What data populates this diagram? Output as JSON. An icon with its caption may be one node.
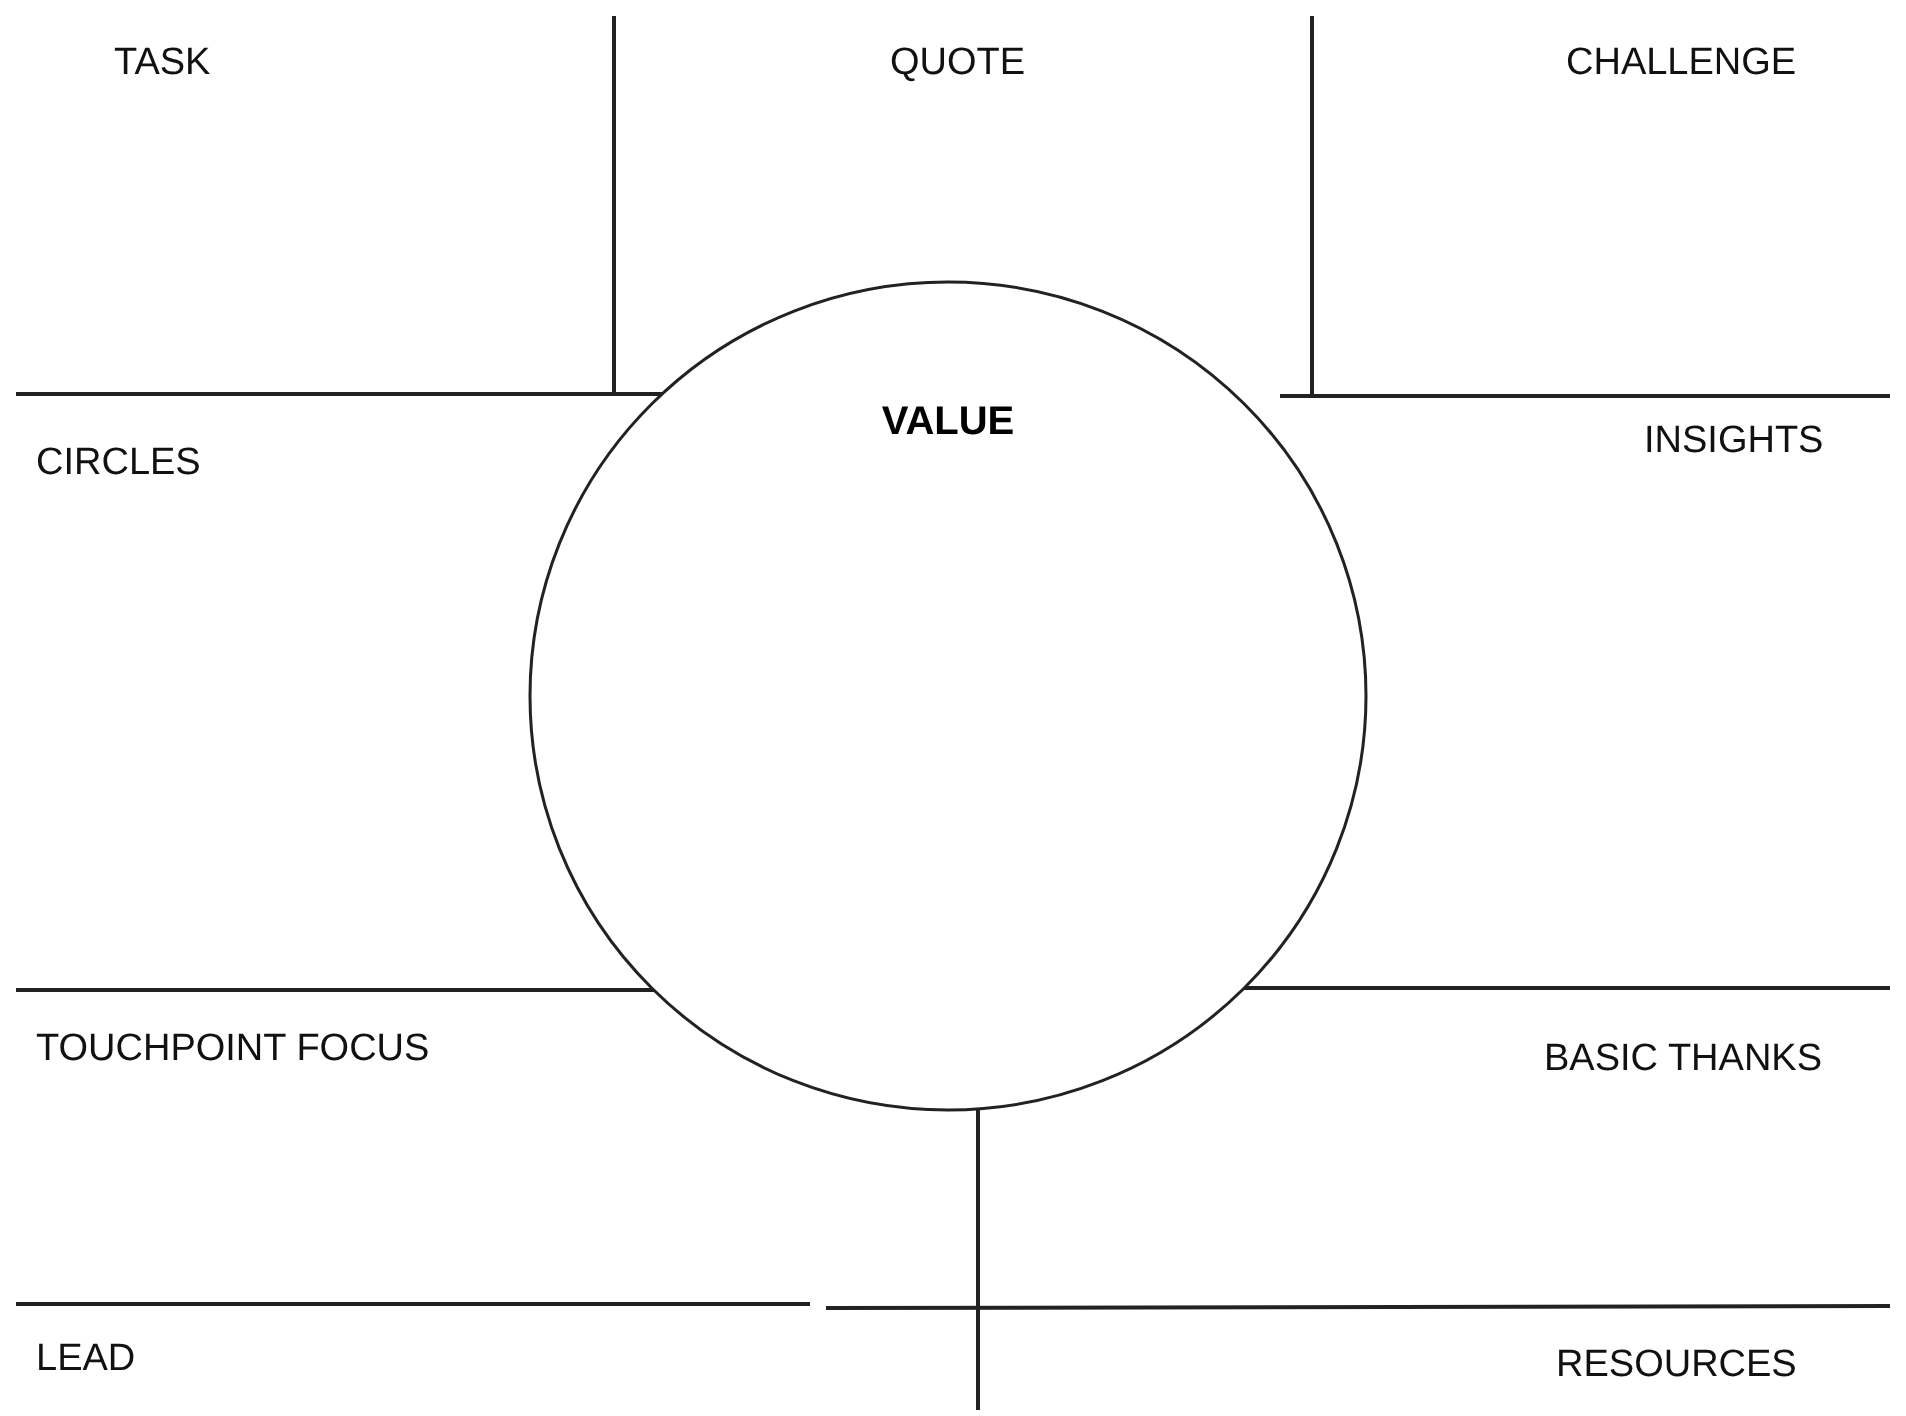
{
  "diagram": {
    "nodes": [
      {
        "text": [
          "VALUE"
        ]
      }
    ],
    "labels": [
      "TASK",
      "QUOTE",
      "CHALLENGE",
      "CIRCLES",
      "INSIGHTS",
      "TOUCHPOINT FOCUS",
      "BASIC THANKS",
      "LEAD",
      "RESOURCES"
    ]
  }
}
